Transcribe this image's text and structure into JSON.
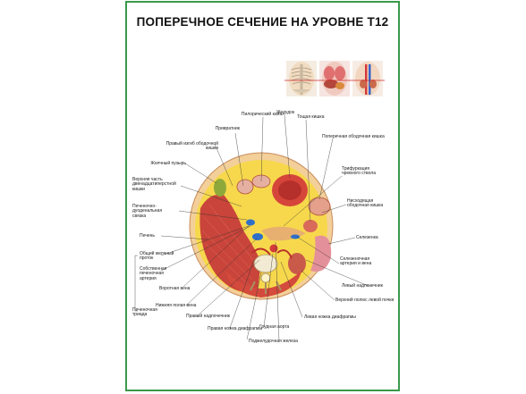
{
  "poster": {
    "title": "ПОПЕРЕЧНОЕ СЕЧЕНИЕ НА УРОВНЕ Т12",
    "colors": {
      "frame": "#3a9a4a",
      "muscle": "#d8453a",
      "fat": "#f4d040",
      "liver": "#c9443a",
      "vessel": "#2f6fc8"
    }
  },
  "labels": {
    "pyloric_canal": "Пилорический канал",
    "stomach": "Желудок",
    "jejunum": "Тощая кишка",
    "pylorus": "Привратник",
    "transverse_colon": "Поперечная ободочная кишка",
    "right_colic_flexure": "Правый изгиб ободочной кишки",
    "gallbladder": "Желчный пузырь",
    "trifurcation": "Трифуркация\nчревного ствола",
    "duodenum_upper": "Верхняя часть\nдвенадцатиперстной\nкишки",
    "descending_colon": "Нисходящая\nободочная кишка",
    "hepatoduodenal": "Печеночно-\nдуоденальная\nсвязка",
    "spleen": "Селезенка",
    "liver": "Печень",
    "common_bile_duct": "Общий желчный\nпроток",
    "splenic_vessels": "Селезеночная\nартерия и вена",
    "hepatic_artery": "Собственная\nпеченочная\nартерия",
    "left_adrenal": "Левый надпочечник",
    "portal_vein": "Воротная вена",
    "left_kidney_pole": "Верхний полюс левой почки",
    "ivc": "Нижняя полая вена",
    "hepatic_triad": "Печеночная\nтриада",
    "right_adrenal": "Правый надпочечник",
    "left_crus": "Левая ножка диафрагмы",
    "aorta": "Грудная аорта",
    "right_crus": "Правая ножка диафрагмы",
    "pancreas": "Поджелудочная железа"
  }
}
